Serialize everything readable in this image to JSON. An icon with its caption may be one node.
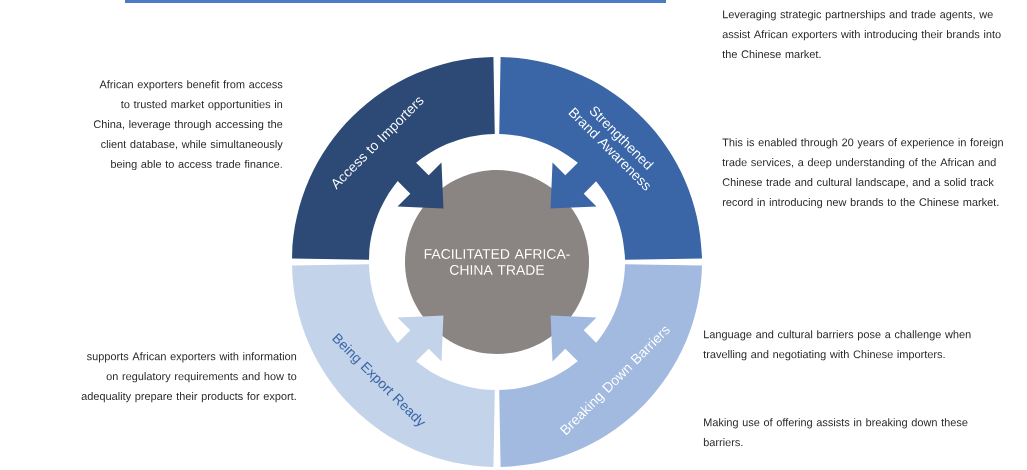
{
  "diagram": {
    "nodes": [
      {
        "text": [
          "FACILITATED AFRICA-CHINA TRADE"
        ]
      },
      {
        "text": [
          "Access to Importers"
        ],
        "beside": [
          "African exporters benefit from access to trusted market opportunities in China, leverage through accessing the client database, while simultaneously being able to access trade finance."
        ]
      },
      {
        "text": [
          "Strengthened Brand Awareness"
        ],
        "beside": [
          "Leveraging strategic partnerships and trade agents, we assist African exporters with introducing their brands into the Chinese market.",
          "This is enabled through 20 years of experience in foreign trade services, a deep understanding of the African and Chinese trade and cultural landscape, and a solid track record in introducing new brands to the Chinese market."
        ]
      },
      {
        "text": [
          "Being Export Ready"
        ],
        "beside": [
          "supports African exporters with information on regulatory requirements and how to adequality prepare their products for export."
        ]
      },
      {
        "text": [
          "Breaking Down Barriers"
        ],
        "beside": [
          "Language and cultural barriers pose a challenge when travelling and negotiating with Chinese importers.",
          "Making use of offering assists in breaking down these barriers."
        ]
      }
    ],
    "edges": [
      {
        "from": 1,
        "to": 0,
        "arrow": "to",
        "color": "#2c4a75"
      },
      {
        "from": 2,
        "to": 0,
        "arrow": "to",
        "color": "#3a65a6"
      },
      {
        "from": 3,
        "to": 0,
        "arrow": "to",
        "color": "#c3d3ea"
      },
      {
        "from": 4,
        "to": 0,
        "arrow": "to",
        "color": "#a2badf"
      }
    ]
  }
}
